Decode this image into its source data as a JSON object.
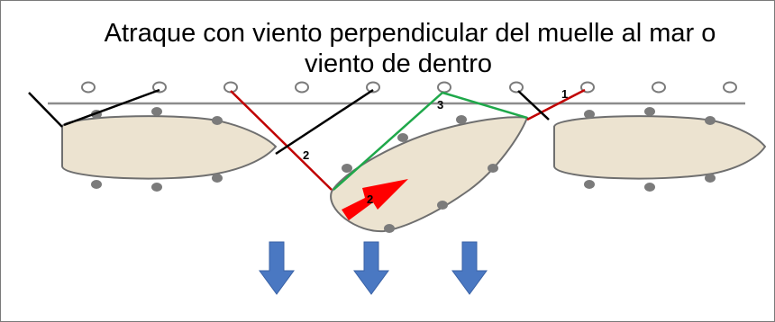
{
  "title": {
    "line1": "Atraque con viento perpendicular del muelle al mar o",
    "line2": "viento de dentro"
  },
  "labels": {
    "line_1": "1",
    "line_2_left": "2",
    "line_3": "3",
    "arrow_2": "2"
  },
  "colors": {
    "hull_fill": "#ece3d0",
    "hull_stroke": "#6f6f6f",
    "fender": "#7b7b7b",
    "bollard": "#ffffff",
    "dock": "#8c8c8c",
    "line_red": "#c00000",
    "line_black": "#000000",
    "line_green": "#1fa84a",
    "move_arrow": "#ff0000",
    "wind_arrow": "#4a78c2"
  }
}
